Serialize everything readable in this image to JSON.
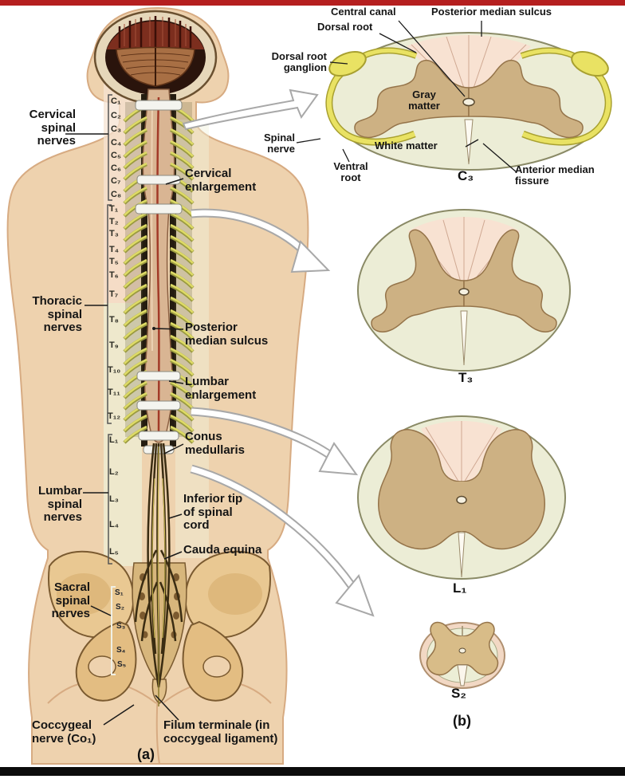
{
  "panels": {
    "a": "(a)",
    "b": "(b)"
  },
  "groups": {
    "cervical": "Cervical spinal nerves",
    "thoracic": "Thoracic spinal nerves",
    "lumbar": "Lumbar spinal nerves",
    "sacral": "Sacral spinal nerves"
  },
  "vertebrae": {
    "cervical": [
      "C₁",
      "C₂",
      "C₃",
      "C₄",
      "C₅",
      "C₆",
      "C₇",
      "C₈"
    ],
    "thoracic": [
      "T₁",
      "T₂",
      "T₃",
      "T₄",
      "T₅",
      "T₆",
      "T₇",
      "T₈",
      "T₉",
      "T₁₀",
      "T₁₁",
      "T₁₂"
    ],
    "lumbar": [
      "L₁",
      "L₂",
      "L₃",
      "L₄",
      "L₅"
    ],
    "sacral": [
      "S₁",
      "S₂",
      "S₃",
      "S₄",
      "S₅"
    ]
  },
  "annotations": {
    "cervical_enlargement": "Cervical enlargement",
    "posterior_median_sulcus": "Posterior median sulcus",
    "lumbar_enlargement": "Lumbar enlargement",
    "conus_medullaris": "Conus medullaris",
    "inferior_tip": "Inferior tip of spinal cord",
    "cauda_equina": "Cauda equina",
    "coccygeal_nerve": "Coccygeal nerve (Co₁)",
    "filum_terminale": "Filum terminale (in coccygeal ligament)"
  },
  "section_c3": {
    "central_canal": "Central canal",
    "posterior_median_sulcus": "Posterior median sulcus",
    "dorsal_root": "Dorsal root",
    "dorsal_root_ganglion": "Dorsal root ganglion",
    "gray_matter": "Gray matter",
    "spinal_nerve": "Spinal nerve",
    "white_matter": "White matter",
    "ventral_root": "Ventral root",
    "anterior_median_fissure": "Anterior median fissure",
    "label": "C₃"
  },
  "sections": {
    "t3": "T₃",
    "l1": "L₁",
    "s2": "S₂"
  },
  "colors": {
    "accent_red_bar": "#b51f1f",
    "bottom_bar": "#0c0c0c",
    "skin": "#eed2ae",
    "bone": "#e9c892",
    "gray_matter": "#cdb183",
    "white_matter": "#ecedd6",
    "posterior_pink": "#f8e2d2",
    "nerve_yellow": "#e2dd62",
    "spinal_cord": "#d9b593"
  }
}
